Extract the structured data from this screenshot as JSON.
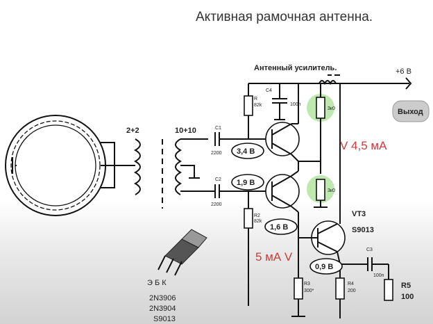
{
  "title": "Активная рамочная антенна.",
  "amp_label": "Антенный усилитель.",
  "supply_label": "+6 В",
  "output_label": "Выход",
  "transformer": {
    "primary": "2+2",
    "secondary": "10+10"
  },
  "capacitors": {
    "c1": {
      "name": "C1",
      "value": "2200"
    },
    "c2": {
      "name": "C2",
      "value": "2200"
    },
    "c3": {
      "name": "C3",
      "value": "100n"
    },
    "c4": {
      "name": "C4",
      "value": "100n"
    }
  },
  "resistors": {
    "r1": {
      "name": "R",
      "value": "82k"
    },
    "r2": {
      "name": "R2",
      "value": "82k"
    },
    "r3": {
      "name": "R3",
      "value": "300*"
    },
    "r4": {
      "name": "R4",
      "value": "200"
    },
    "r5": {
      "name": "R5",
      "value": "100"
    },
    "load_top": "3к0",
    "load_mid": "3к0"
  },
  "voltages": {
    "q1_base": "3,4 В",
    "q2_base": "1,9 В",
    "q2_emitter": "1,6 В",
    "q3_emitter": "0,9 В"
  },
  "currents": {
    "upper": "V 4,5 мА",
    "lower": "5 мА  V"
  },
  "vt3": {
    "name": "VT3",
    "type": "S9013"
  },
  "pinout": {
    "pins": "Э  Б  К",
    "types": [
      "2N3906",
      "2N3904",
      "S9013"
    ]
  },
  "colors": {
    "highlight": "#bfe8b0",
    "annotation": "#d23a3a"
  }
}
